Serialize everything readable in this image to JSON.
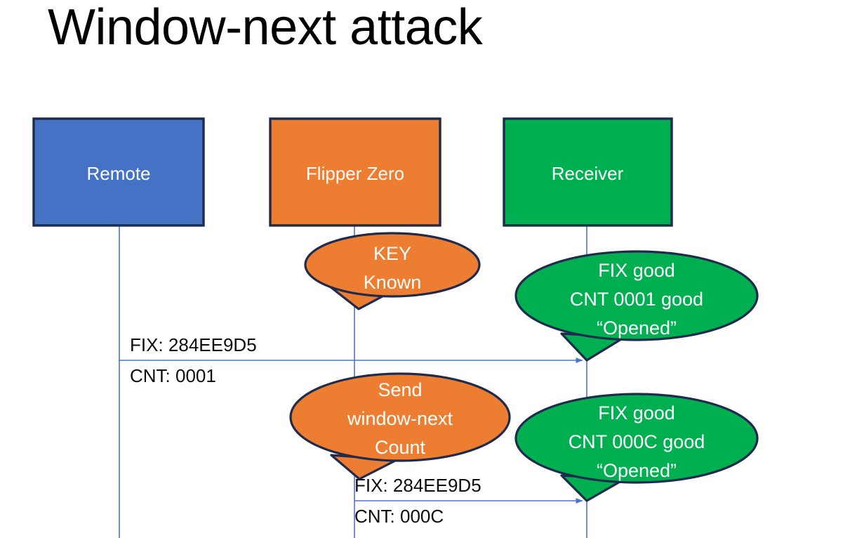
{
  "slide": {
    "title": "Window-next attack",
    "background_color": "#FFFFFF"
  },
  "colors": {
    "remote_fill": "#4472C4",
    "flipper_fill": "#ED7D31",
    "receiver_fill": "#00B050",
    "shape_outline": "#1F2B4D",
    "lifeline": "#4A77C4",
    "arrow": "#4A77C4",
    "box_text": "#FFFFFF",
    "edge_text": "#0D0D0D"
  },
  "actors": [
    {
      "id": "remote",
      "label": "Remote",
      "fill_key": "remote_fill"
    },
    {
      "id": "flipper",
      "label": "Flipper Zero",
      "fill_key": "flipper_fill"
    },
    {
      "id": "receiver",
      "label": "Receiver",
      "fill_key": "receiver_fill"
    }
  ],
  "callouts": [
    {
      "id": "key-known",
      "owner": "flipper",
      "fill_key": "flipper_fill",
      "lines": [
        "KEY",
        "Known"
      ]
    },
    {
      "id": "receiver-ack-1",
      "owner": "receiver",
      "fill_key": "receiver_fill",
      "lines": [
        "FIX good",
        "CNT 0001 good",
        "“Opened”"
      ]
    },
    {
      "id": "send-window-next",
      "owner": "flipper",
      "fill_key": "flipper_fill",
      "lines": [
        "Send",
        "window-next",
        "Count"
      ]
    },
    {
      "id": "receiver-ack-2",
      "owner": "receiver",
      "fill_key": "receiver_fill",
      "lines": [
        "FIX good",
        "CNT 000C good",
        "“Opened”"
      ]
    }
  ],
  "messages": [
    {
      "id": "remote-to-receiver",
      "from": "remote",
      "to": "receiver",
      "label_above": "FIX: 284EE9D5",
      "label_below": "CNT: 0001"
    },
    {
      "id": "flipper-to-receiver",
      "from": "flipper",
      "to": "receiver",
      "label_above": "FIX: 284EE9D5",
      "label_below": "CNT: 000C"
    }
  ]
}
